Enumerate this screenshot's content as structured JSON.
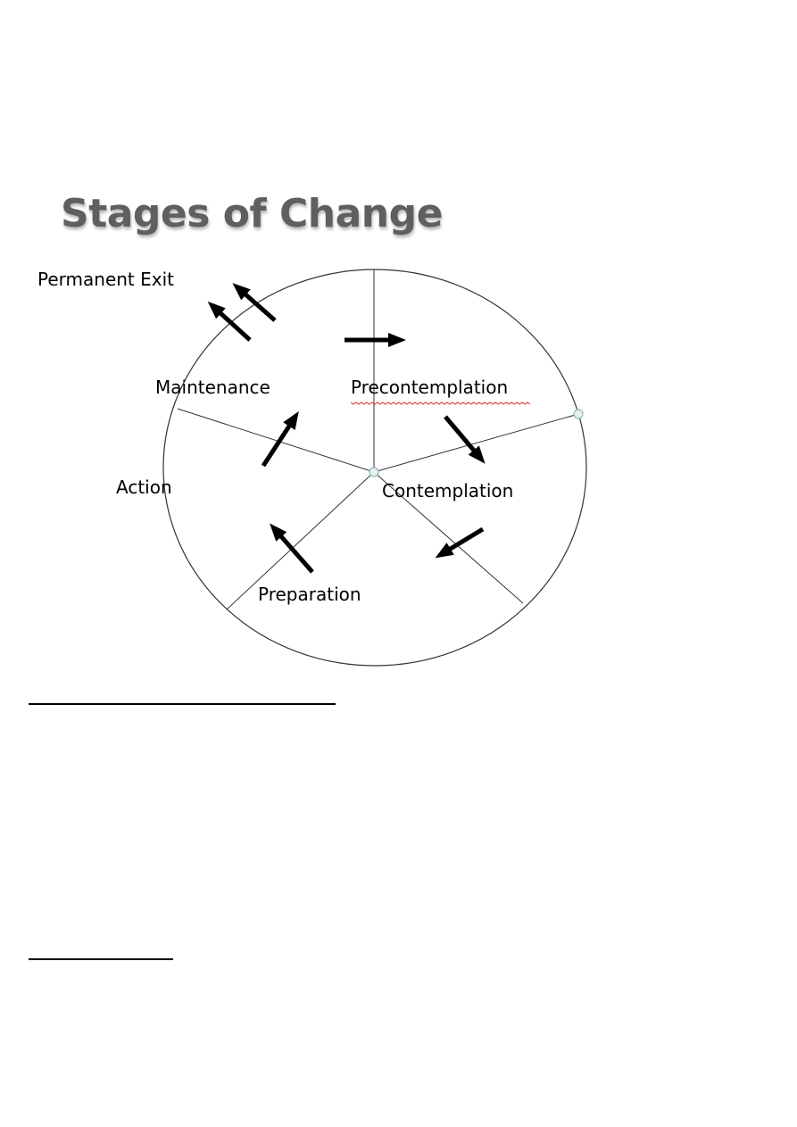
{
  "title": "Stages of Change",
  "stages": {
    "permanent_exit": "Permanent Exit",
    "maintenance": "Maintenance",
    "precontemplation": "Precontemplation",
    "contemplation": "Contemplation",
    "action": "Action",
    "preparation": "Preparation"
  },
  "colors": {
    "title": "#5f5f5f",
    "stroke": "#000000",
    "spellcheck": "#d9302c",
    "handle": "#9fc7c7"
  }
}
